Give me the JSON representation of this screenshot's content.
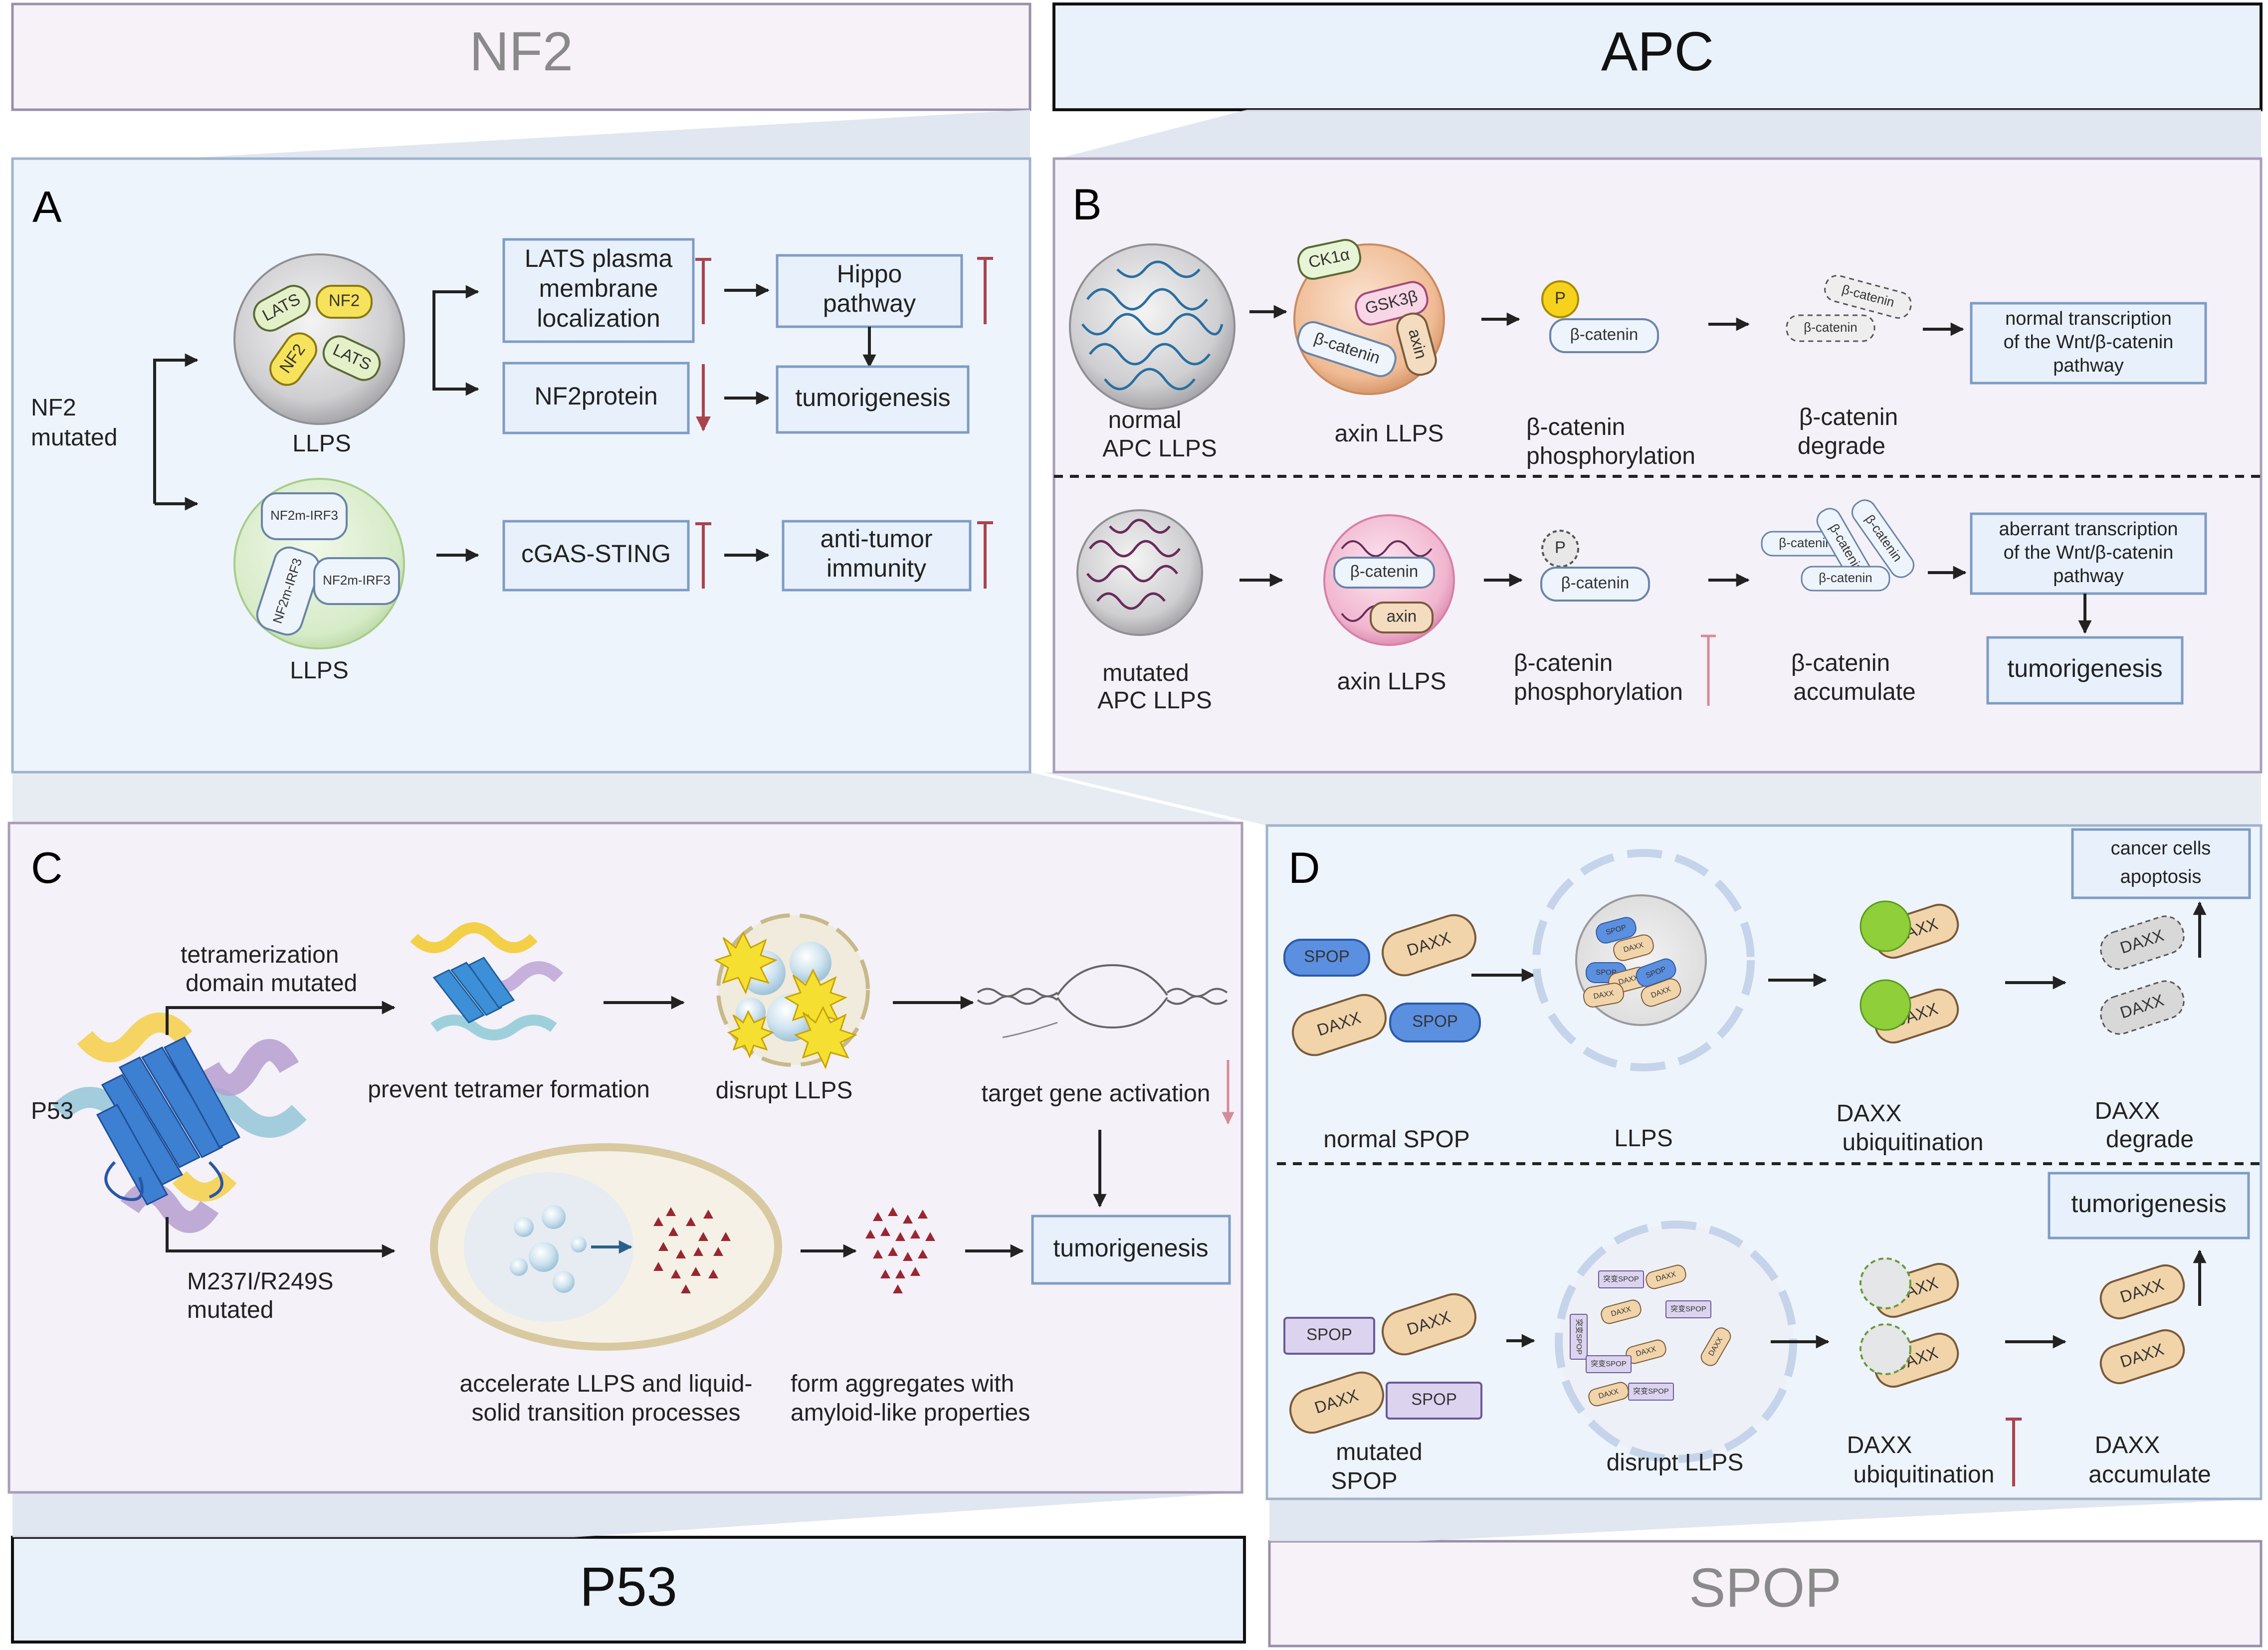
{
  "panels": {
    "nf2": {
      "title": "NF2",
      "letter": "A",
      "input_line1": "NF2",
      "input_line2": "mutated",
      "drop_top": {
        "label": "LLPS",
        "pills": [
          "LATS",
          "NF2",
          "NF2",
          "LATS"
        ]
      },
      "drop_bottom": {
        "label": "LLPS",
        "pills": [
          "NF2m-IRF3",
          "NF2m-IRF3",
          "NF2m-IRF3"
        ]
      },
      "boxes": {
        "lats": [
          "LATS plasma",
          "membrane",
          "localization"
        ],
        "hippo": [
          "Hippo",
          "pathway"
        ],
        "nf2protein": "NF2protein",
        "tumorigenesis": "tumorigenesis",
        "cgas": "cGAS-STING",
        "antitumor": [
          "anti-tumor",
          "immunity"
        ]
      }
    },
    "apc": {
      "title": "APC",
      "letter": "B",
      "normal_row": {
        "apc_label": [
          "normal",
          "APC LLPS"
        ],
        "axin_label": "axin LLPS",
        "axin_pills": [
          "CK1α",
          "GSK3β",
          "β-catenin",
          "axin"
        ],
        "p_symbol": "P",
        "bcat_pill": "β-catenin",
        "phos_label": [
          "β-catenin",
          "phosphorylation"
        ],
        "degrade_pills": [
          "β-catenin",
          "β-catenin"
        ],
        "degrade_label": [
          "β-catenin",
          "degrade"
        ],
        "result_box": [
          "normal transcription",
          "of the Wnt/β-catenin",
          "pathway"
        ]
      },
      "mutated_row": {
        "apc_label": [
          "mutated",
          "APC LLPS"
        ],
        "axin_label": "axin LLPS",
        "axin_pills": [
          "β-catenin",
          "axin"
        ],
        "p_symbol": "P",
        "bcat_pill": "β-catenin",
        "phos_label": [
          "β-catenin",
          "phosphorylation"
        ],
        "acc_pills": [
          "β-catenin",
          "β-catenin",
          "β-catenin",
          "β-catenin"
        ],
        "acc_label": [
          "β-catenin",
          "accumulate"
        ],
        "result_box": [
          "aberrant transcription",
          "of the Wnt/β-catenin",
          "pathway"
        ],
        "tumor_box": "tumorigenesis"
      }
    },
    "p53": {
      "title": "P53",
      "letter": "C",
      "protein_label": "P53",
      "upper_branch_label": [
        "tetramerization",
        "domain mutated"
      ],
      "lower_branch_label": [
        "M237I/R249S",
        "mutated"
      ],
      "step_labels": {
        "prevent": "prevent tetramer formation",
        "disrupt": "disrupt LLPS",
        "target": "target gene activation",
        "accelerate": [
          "accelerate LLPS and liquid-",
          "solid transition processes"
        ],
        "aggregates": [
          "form aggregates with",
          "amyloid-like properties"
        ]
      },
      "tumor_box": "tumorigenesis"
    },
    "spop": {
      "title": "SPOP",
      "letter": "D",
      "normal_row": {
        "pills": [
          "SPOP",
          "DAXX",
          "DAXX",
          "SPOP"
        ],
        "label": "normal SPOP",
        "llps_label": "LLPS",
        "llps_pills": [
          "SPOP",
          "DAXX",
          "SPOP",
          "DAXX",
          "SPOP",
          "DAXX",
          "DAXX"
        ],
        "ubi_pills": [
          "DAXX",
          "DAXX"
        ],
        "ubi_label": [
          "DAXX",
          "ubiquitination"
        ],
        "deg_pills": [
          "DAXX",
          "DAXX"
        ],
        "deg_label": [
          "DAXX",
          "degrade"
        ],
        "result_box": [
          "cancer cells",
          "apoptosis"
        ]
      },
      "mutated_row": {
        "pills": [
          "SPOP",
          "DAXX",
          "DAXX",
          "SPOP"
        ],
        "label": [
          "mutated",
          "SPOP"
        ],
        "disrupt_label": "disrupt LLPS",
        "disrupt_pills": [
          "突变SPOP",
          "DAXX",
          "DAXX",
          "突变SPOP",
          "突变SPOP",
          "DAXX",
          "突变SPOP",
          "DAXX",
          "突变SPOP",
          "DAXX"
        ],
        "ubi_pills": [
          "DAXX",
          "DAXX"
        ],
        "ubi_label": [
          "DAXX",
          "ubiquitination"
        ],
        "acc_pills": [
          "DAXX",
          "DAXX"
        ],
        "acc_label": [
          "DAXX",
          "accumulate"
        ],
        "result_box": "tumorigenesis"
      }
    }
  },
  "colors": {
    "panel_bg_blue": "#eef4fb",
    "panel_bg_purple": "#f4f1f8",
    "flow_box": "#e8f1fb",
    "inhibit": "#a9444f",
    "lats_pill": "#e4f0c8",
    "nf2_pill": "#f7e35b",
    "daxx_pill": "#f1d4aa",
    "spop_pill": "#5b8fe0",
    "mut_spop_pill": "#dcd4ef",
    "phospho": "#f7d21c",
    "apc_strand": "#2a6ea0",
    "mut_strand": "#6a2b5a",
    "aggregate": "#9a2630"
  }
}
